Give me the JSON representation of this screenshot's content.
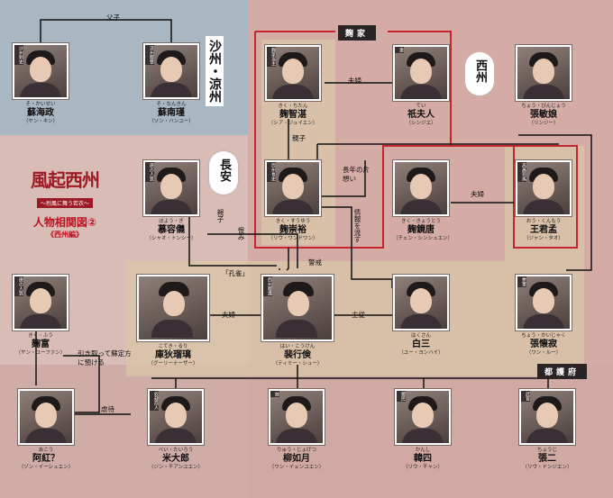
{
  "title": {
    "logo": "風起西州",
    "logo_sub": "〜烈風に舞う若衣〜",
    "main": "人物相関図②",
    "sub": "《西州編》"
  },
  "regions": {
    "shazhou_liangzhou": "沙州・涼州",
    "changan": "長安",
    "xizhou": "西州",
    "qu_family": "麹家",
    "duhufu": "都護府"
  },
  "colors": {
    "red_frame": "#c4262e",
    "line": "#111111",
    "blue_region": "#a7b6c3",
    "pink_region": "#dcbab5",
    "beige_box": "#d8c4a8"
  },
  "characters": [
    {
      "id": "susanzheng",
      "tag": "沙州刺史",
      "ruby": "そ・かいせい",
      "name": "蘇海政",
      "actor": "（ヤン・キン）"
    },
    {
      "id": "sunanjin",
      "tag": "涼州都督",
      "ruby": "そ・なんきん",
      "name": "蘇南瑾",
      "actor": "（ソン・ハンユー）"
    },
    {
      "id": "quzhizhan",
      "tag": "麹家当主",
      "ruby": "きく・ちたん",
      "name": "麹智湛",
      "actor": "（シア・ジュイエン）"
    },
    {
      "id": "di",
      "tag": "妻",
      "ruby": "てい",
      "name": "祇夫人",
      "actor": "（シンジエ）"
    },
    {
      "id": "zhangmin",
      "tag": "",
      "ruby": "ちょう・びんじょう",
      "name": "張敏娘",
      "actor": "（リンジー）"
    },
    {
      "id": "murongyi",
      "tag": "唐の人質",
      "ruby": "ぼよう・ぎ",
      "name": "慕容儀",
      "actor": "（シャオ・トンシー）"
    },
    {
      "id": "quchongyu",
      "tag": "西州長史",
      "ruby": "きく・すうゆう",
      "name": "麹崇裕",
      "actor": "（リウ・ワンドワン）"
    },
    {
      "id": "qujingtang",
      "tag": "",
      "ruby": "きく・きょうとう",
      "name": "麹鏡唐",
      "actor": "（チェン・シンシュエン）"
    },
    {
      "id": "wangjunmeng",
      "tag": "高昌司馬",
      "ruby": "おう・くんもう",
      "name": "王君孟",
      "actor": "（ジャン・タオ）"
    },
    {
      "id": "qufu",
      "tag": "唐の人質",
      "ruby": "きく・ふう",
      "name": "麹富",
      "actor": "（ヤン・ユーファン）"
    },
    {
      "id": "kudi",
      "tag": "",
      "ruby": "こてき・るり",
      "name": "庫狄瑠璃",
      "actor": "（グーリーナーザー）"
    },
    {
      "id": "peixingjian",
      "tag": "西州都護",
      "ruby": "はい・こうけん",
      "name": "裴行倹",
      "actor": "（ティミー・シュー）"
    },
    {
      "id": "baisan",
      "tag": "",
      "ruby": "はくさん",
      "name": "白三",
      "actor": "（ユー・ヨンハイ）"
    },
    {
      "id": "zhanghuaiji",
      "tag": "参軍",
      "ruby": "ちょう・かいじゃく",
      "name": "張懐寂",
      "actor": "（ワン・ルー）"
    },
    {
      "id": "ahong",
      "tag": "",
      "ruby": "あこう",
      "name": "阿紅？",
      "actor": "（ゾン・イーシュエン）"
    },
    {
      "id": "midalang",
      "tag": "奴隷商人",
      "ruby": "べい・たいろう",
      "name": "米大郎",
      "actor": "（ジン・チアンユエン）"
    },
    {
      "id": "liuru",
      "tag": "妓",
      "ruby": "りゅう・じょげつ",
      "name": "柳如月",
      "actor": "（ワン・イェンユエン）"
    },
    {
      "id": "hansi",
      "tag": "郷民",
      "ruby": "かんし",
      "name": "韓四",
      "actor": "（リウ・チャン）"
    },
    {
      "id": "zhanger",
      "tag": "武官",
      "ruby": "ちょうじ",
      "name": "張二",
      "actor": "（リウ・ドンジエン）"
    }
  ],
  "relations": {
    "father_son": "父子",
    "spouse_1": "夫婦",
    "spouse_2": "夫婦",
    "spouse_3": "夫婦",
    "parent_child_1": "親子",
    "parent_child_2": "親子",
    "unrequited": "長年の片想い",
    "inform": "情報を流す",
    "grudge": "恨み",
    "peacock": "「孔雀」",
    "vigilance": "警戒",
    "master_servant": "主従",
    "adopt": "引き取って蘇定方に預ける",
    "abuse": "虐待"
  }
}
